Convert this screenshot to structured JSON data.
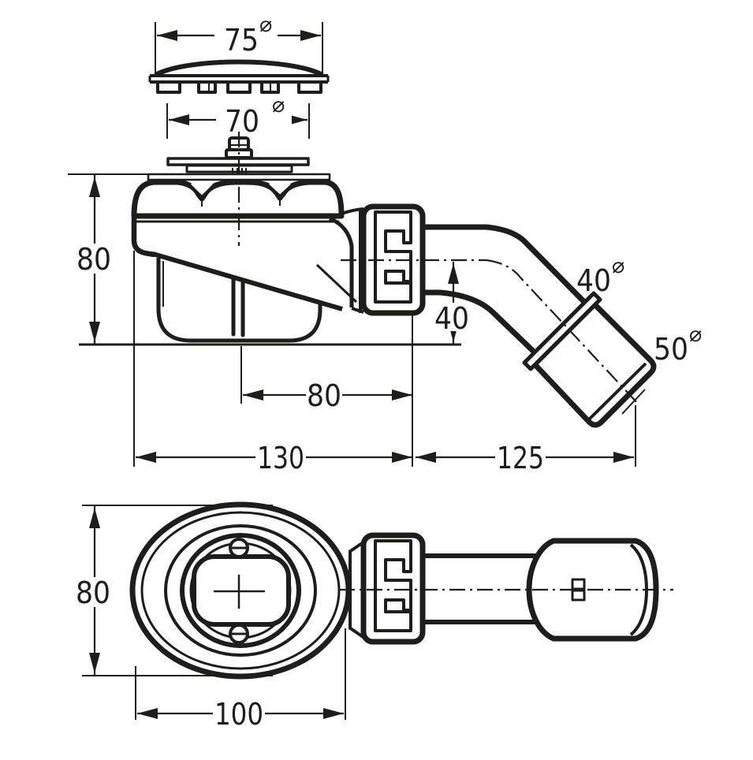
{
  "drawing_title": "Shower drain trap with 45-degree outlet - dimensioned technical drawing, side view and top view",
  "line_color": "#1d1d1b",
  "background_color": "#ffffff",
  "symbols": {
    "diameter": "⌀"
  },
  "side_view": {
    "dims": {
      "cap_diameter": "75",
      "rosette_diameter": "70",
      "height": "80",
      "outlet_axis_height": "40",
      "outlet_pipe_diameter": "40",
      "socket_diameter": "50",
      "center_to_outlet_end": "80",
      "body_length": "130",
      "outlet_length": "125"
    }
  },
  "top_view": {
    "dims": {
      "height": "80",
      "width": "100"
    }
  }
}
